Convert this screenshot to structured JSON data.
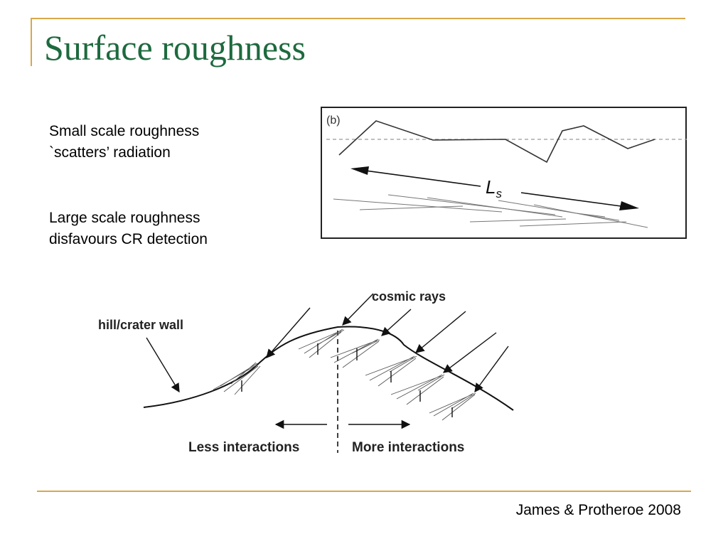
{
  "slide": {
    "title": "Surface roughness",
    "notes": [
      {
        "line1": "Small scale roughness",
        "line2": "`scatters’ radiation"
      },
      {
        "line1": "Large scale roughness",
        "line2": "disfavours CR detection"
      }
    ],
    "citation": "James & Protheroe 2008"
  },
  "figure_b": {
    "panel_label": "(b)",
    "length_label": "L",
    "length_subscript": "s"
  },
  "figure_slope": {
    "surface_label": "hill/crater wall",
    "rays_label": "cosmic rays",
    "left_label": "Less interactions",
    "right_label": "More interactions"
  },
  "colors": {
    "title": "#1d6a3e",
    "accent_rule": "#d8a84a"
  }
}
